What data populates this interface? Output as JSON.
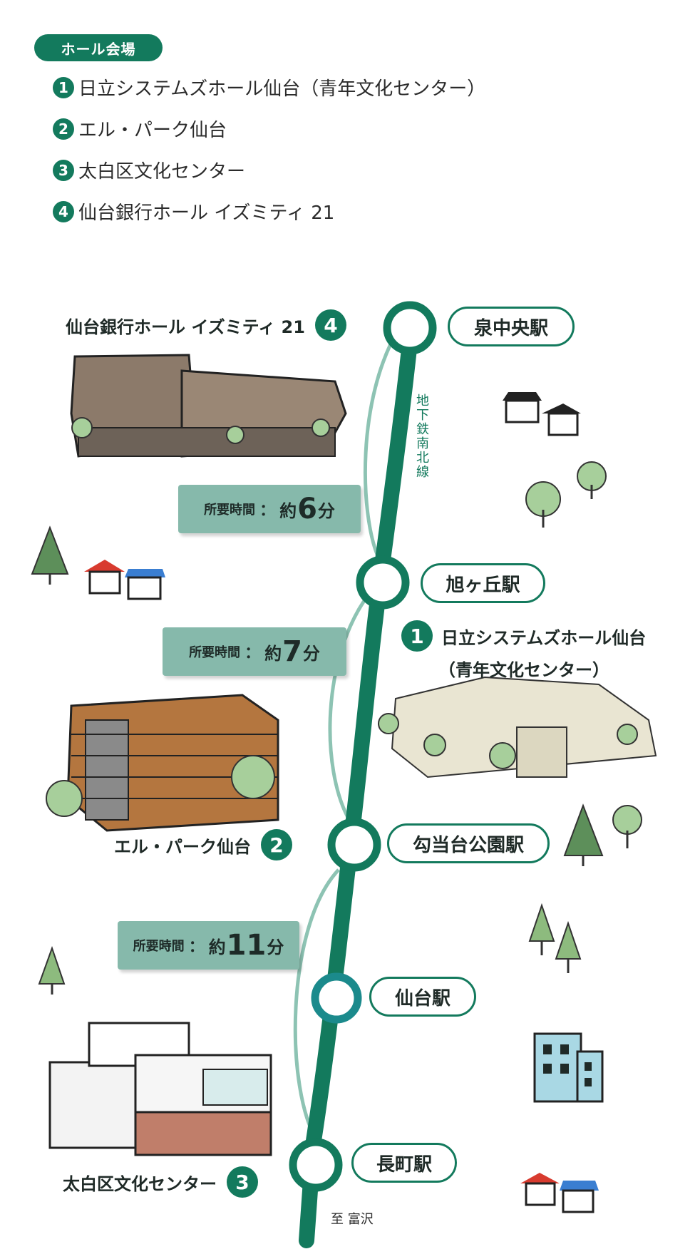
{
  "header": {
    "badge": "ホール会場",
    "items": [
      {
        "num": "1",
        "label": "日立システムズホール仙台（青年文化センター）"
      },
      {
        "num": "2",
        "label": "エル・パーク仙台"
      },
      {
        "num": "3",
        "label": "太白区文化センター"
      },
      {
        "num": "4",
        "label": "仙台銀行ホール イズミティ 21"
      }
    ]
  },
  "map": {
    "line_name": "地下鉄南北線",
    "destination": "至 富沢",
    "stations": [
      {
        "name": "泉中央駅"
      },
      {
        "name": "旭ヶ丘駅"
      },
      {
        "name": "勾当台公園駅"
      },
      {
        "name": "仙台駅"
      },
      {
        "name": "長町駅"
      }
    ],
    "venues": [
      {
        "num": "4",
        "label": "仙台銀行ホール イズミティ 21"
      },
      {
        "num": "1",
        "label_line1": "日立システムズホール仙台",
        "label_line2": "（青年文化センター）"
      },
      {
        "num": "2",
        "label": "エル・パーク仙台"
      },
      {
        "num": "3",
        "label": "太白区文化センター"
      }
    ],
    "travel_times": [
      {
        "prefix": "所要時間",
        "sep": "：",
        "pre": "約",
        "minutes": "6",
        "unit": "分"
      },
      {
        "prefix": "所要時間",
        "sep": "：",
        "pre": "約",
        "minutes": "7",
        "unit": "分"
      },
      {
        "prefix": "所要時間",
        "sep": "：",
        "pre": "約",
        "minutes": "11",
        "unit": "分"
      }
    ]
  },
  "colors": {
    "line": "#137a5d",
    "line_light": "#8dc3b3",
    "box": "#86b9ab",
    "station_center": "#1b8a8c"
  }
}
